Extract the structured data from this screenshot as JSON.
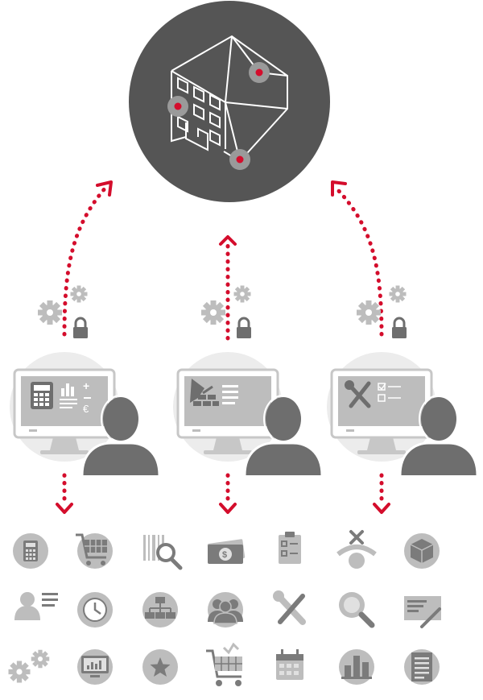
{
  "colors": {
    "hub": "#555555",
    "hub_lines": "#ffffff",
    "accent_red": "#d40d2c",
    "icon_gray": "#bdbdbd",
    "icon_dark": "#7b7b7b",
    "circle_bg": "#ececec",
    "person": "#6e6e6e"
  },
  "hub": {
    "icon": "building-cube-icon"
  },
  "workstations": [
    {
      "name": "accounting",
      "screen_icon": "calculator-chart-euro-icon"
    },
    {
      "name": "construction",
      "screen_icon": "trowel-bricks-icon"
    },
    {
      "name": "maintenance",
      "screen_icon": "tools-checklist-icon"
    }
  ],
  "bottom_icons": [
    [
      "calculator-icon",
      "cart-icon",
      "barcode-search-icon",
      "money-icon",
      "clipboard-checklist-icon",
      "no-access-icon",
      "box-icon"
    ],
    [
      "user-list-icon",
      "clock-icon",
      "org-chart-icon",
      "group-icon",
      "tools-icon",
      "magnifier-icon",
      "contract-sign-icon"
    ],
    [
      "gears-icon",
      "monitor-chart-icon",
      "star-icon",
      "cart-full-icon",
      "calendar-icon",
      "bar-chart-icon",
      "document-icon"
    ]
  ]
}
